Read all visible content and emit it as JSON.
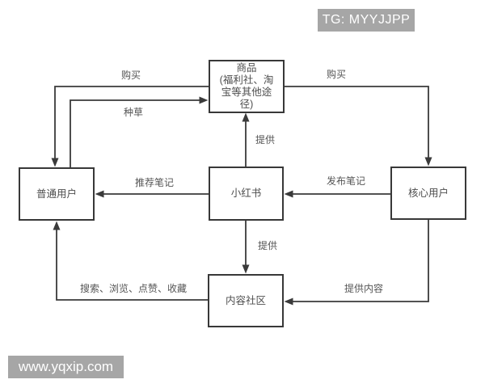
{
  "overlays": {
    "telegram_badge": "TG: MYYJJPP",
    "site_watermark": "www.yqxip.com"
  },
  "colors": {
    "line": "#3a3a3a",
    "box_border": "#383838",
    "diagram_text": "#4e4e4e",
    "label_text": "#555555",
    "watermark_bg": "#a6a6a6",
    "watermark_text": "#ffffff",
    "background": "#ffffff"
  },
  "diagram": {
    "nodes": {
      "product": {
        "label": "商品\n(福利社、淘\n宝等其他途\n径)"
      },
      "ordinary_user": {
        "label": "普通用户"
      },
      "xiaohongshu": {
        "label": "小红书"
      },
      "core_user": {
        "label": "核心用户"
      },
      "content_community": {
        "label": "内容社区"
      }
    },
    "edges": [
      {
        "from": "product",
        "to": "ordinary_user",
        "label": "购买"
      },
      {
        "from": "ordinary_user",
        "to": "product",
        "label": "种草"
      },
      {
        "from": "product",
        "to": "core_user",
        "label": "购买"
      },
      {
        "from": "xiaohongshu",
        "to": "product",
        "label": "提供"
      },
      {
        "from": "xiaohongshu",
        "to": "ordinary_user",
        "label": "推荐笔记"
      },
      {
        "from": "core_user",
        "to": "xiaohongshu",
        "label": "发布笔记"
      },
      {
        "from": "xiaohongshu",
        "to": "content_community",
        "label": "提供"
      },
      {
        "from": "content_community",
        "to": "ordinary_user",
        "label": "搜索、浏览、点赞、收藏"
      },
      {
        "from": "core_user",
        "to": "content_community",
        "label": "提供内容"
      }
    ]
  }
}
